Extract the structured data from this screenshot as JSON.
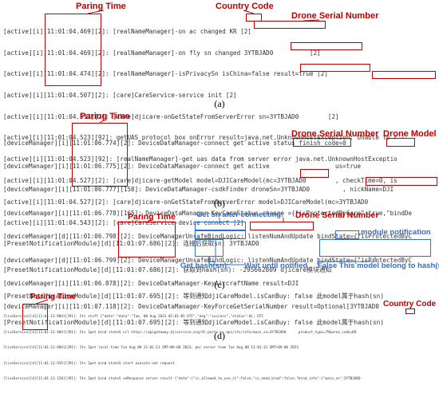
{
  "panel_a": {
    "ann_paring": "Paring Time",
    "ann_country": "Country Code",
    "ann_drone": "Drone Serial Number",
    "lines": [
      "[active][i][11:01:04.469][2]: [realNameManager]-on ac changed KR [2]",
      "[active][i][11:01:04.469][2]: [realNameManager]-on fly sn changed 3YTBJAD0          [2]",
      "[active][i][11:01:04.474][2]: [realNameManager]-isPrivacySn isChina=false result=true [2]",
      "[active][i][11:01:04.507][2]: [care]CareService-service init [2]",
      "[active][i][11:01:04.513][2]: [care]djicare-onGetStateFromServerError sn=3YTBJAD0        [2]",
      "[active][i][11:01:04.523][92]: getUAS protocol box onError result=java.net.UnknownHostException: Unable to r",
      "[active][i][11:01:04.523][92]: [realNameManager]-get uas data from server error java.net.UnknownHostExceptio",
      "[active][i][11:01:04.527][2]: [care]djicare-getModel model=DJICareModel(mc=3YTBJAD0        , checkTime=0, is",
      "[active][i][11:01:04.527][2]: [care]djicare-onGetStateFromServerError model=DJICareModel(mc=3YTBJAD0       ",
      "[active][i][11:01:04.543][2]: [care]CareService-device connect [2]"
    ],
    "caption": "(a)"
  },
  "panel_b": {
    "ann_paring": "Paring Time",
    "ann_drone": "Drone Serial Number",
    "ann_model": "Drone Model",
    "lines": [
      "[deviceManager][i][11:01:06.774][2]: DeviceDataManager-connect get active status finish code=0",
      "[deviceManager][i][11:01:06.775][2]: DeviceDataManager-connect get active                  us=true",
      "[deviceManager][i][11:01:06.777][158]: DeviceDataManager-csdkFinder droneSn=3YTBJAD0         , nickName=DJI",
      "[deviceManager][i][11:01:06.778][165]: DeviceDataManager-KeyCareStatus change ={\"isProtectedByCare\":true,\"bindDe",
      "[deviceManager][d][11:01:06.798][2]: DeviceManagerUnsafeBindLogic: listenNumAndUpdate bindState={\"isProtectedByC",
      "[deviceManager][d][11:01:06.799][2]: DeviceManagerUnsafeBindLogic: listenNumAndUpdate bindState={\"isProtectedByC",
      "[deviceManager][i][11:01:06.878][2]: DeviceDataManager-KeyAircraftName result=DJI",
      "[deviceManager][i][11:01:07.118][2]: DeviceDataManager-KeyForceGetSerialNumber result=Optional[3YTBJAD0       "
    ],
    "caption": "(b)"
  },
  "panel_c": {
    "ann_paring": "Paring Time",
    "ann_get_sn": "Get sn after connecting:",
    "ann_drone": "Drone Serial Number",
    "ann_module": "module notification",
    "ann_get_hash": "Get hash(sn):",
    "ann_wait": "Wait until notified",
    "ann_false": "False This model belong to hash(sn)",
    "lines": [
      "[PresetNotificationModule][d][11:01:07.686][2]: 连接后获取sn: 3YTBJAD0",
      "[PresetNotificationModule][d][11:01:07.686][2]: 获取到hash(sn): -295662809 djicare模块通知",
      "[PresetNotificationModule][d][11:01:07.695][2]: 等到通知djiCareModel.isCanBuy: false 此model属于hash(sn)",
      "[PresetNotificationModule][d][11:01:07.695][2]: 等到通知djiCareModel.isCanBuy: false 此model属于hash(sn)"
    ],
    "caption": "(c)"
  },
  "panel_d": {
    "ann_paring": "Paring Time",
    "ann_country": "Country Code",
    "lines": [
      "[liveService][d][11:01:12.904][291]: Its stuff {\"data\":\"data\":\"Tue, 08 Aug 2023 02:01:05 UTC\",\"msg\":\"success\",\"status\":0}, UTC",
      "[liveService][d][11:01:12.904][291]: Its Ipet bind stateS url https://apigateway.djiservice.org/dl-parts-rs-api/its/info/main_sn=3YTBJAD0      product_type=79&area_code=KR",
      "[liveService][d][11:01:12.904][291]: Its Ipet local time Tue Aug 08 11:01:13 GMT+09:00 2023, per server time Tue Aug 08 11:01:13 GMT+09:00 2023",
      "[liveService][d][11:01:12.935][291]: Its Ipet bind stateS start execute net request",
      "[liveService][d][11:01:13.120][291]: Its Ipet bind stateS onResponse server result {\"data\":{\"is_allowed_to_use_it\":false,\"is_need_bind\":false,\"bind_info\":{\"main_sn\":3YTBJAD0"
    ],
    "caption": "(d)"
  }
}
